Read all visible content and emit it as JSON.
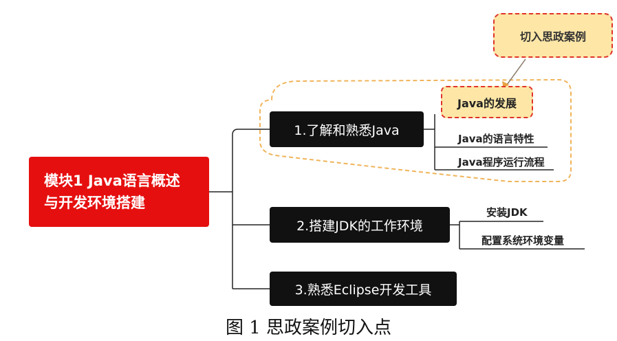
{
  "root": {
    "line1": "模块1 Java语言概述",
    "line2": "与开发环境搭建"
  },
  "branches": [
    {
      "label": "1.了解和熟悉Java",
      "children": [
        "Java的发展",
        "Java的语言特性",
        "Java程序运行流程"
      ]
    },
    {
      "label": "2.搭建JDK的工作环境",
      "children": [
        "安装JDK",
        "配置系统环境变量"
      ]
    },
    {
      "label": "3.熟悉Eclipse开发工具",
      "children": []
    }
  ],
  "callout": {
    "label": "切入思政案例"
  },
  "caption": "图 1 思政案例切入点",
  "colors": {
    "root": "#e60f0f",
    "branch": "#111111",
    "highlight_fill": "#fde6a6",
    "highlight_border": "#e0322a",
    "group_border": "#f0b45a"
  }
}
